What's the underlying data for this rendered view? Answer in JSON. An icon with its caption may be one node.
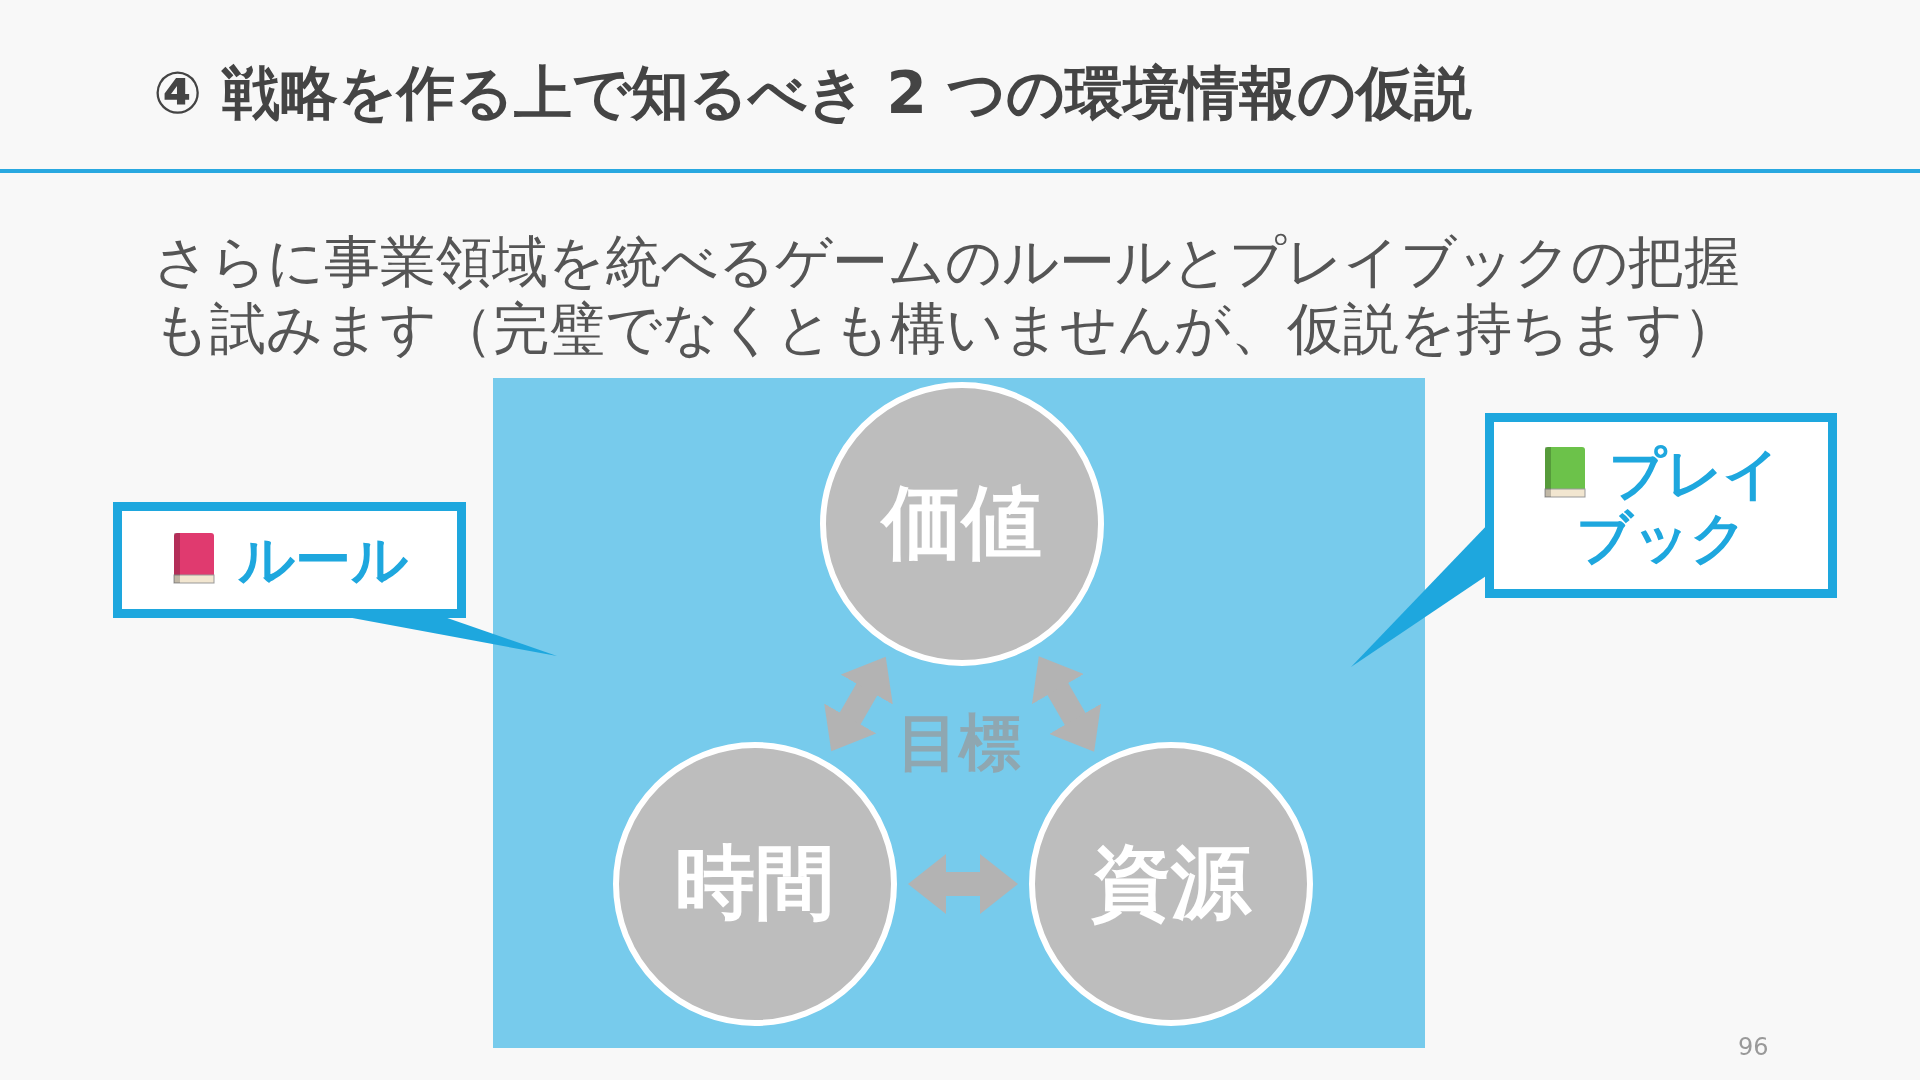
{
  "diagram": {
    "title": "④ 戦略を作る上で知るべき 2 つの環境情報の仮説",
    "nodes": [
      {
        "text": [
          "目標"
        ]
      },
      {
        "text": [
          "価値"
        ],
        "in": 0
      },
      {
        "text": [
          "時間"
        ],
        "in": 0
      },
      {
        "text": [
          "資源"
        ],
        "in": 0
      },
      {
        "text": [
          "ルール"
        ]
      },
      {
        "text": [
          "プレイブック"
        ]
      }
    ],
    "edges": [
      {
        "from": 1,
        "to": 2,
        "arrow": "both"
      },
      {
        "from": 1,
        "to": 3,
        "arrow": "both"
      },
      {
        "from": 2,
        "to": 3,
        "arrow": "both"
      },
      {
        "from": 4,
        "to": 0,
        "arrow": "none"
      },
      {
        "from": 5,
        "to": 0,
        "arrow": "none"
      }
    ],
    "labels": [
      "さらに事業領域を統べるゲームのルールとプレイブックの把握も試みます（完璧でなくとも構いませんが、仮説を持ちます）",
      "96"
    ]
  }
}
